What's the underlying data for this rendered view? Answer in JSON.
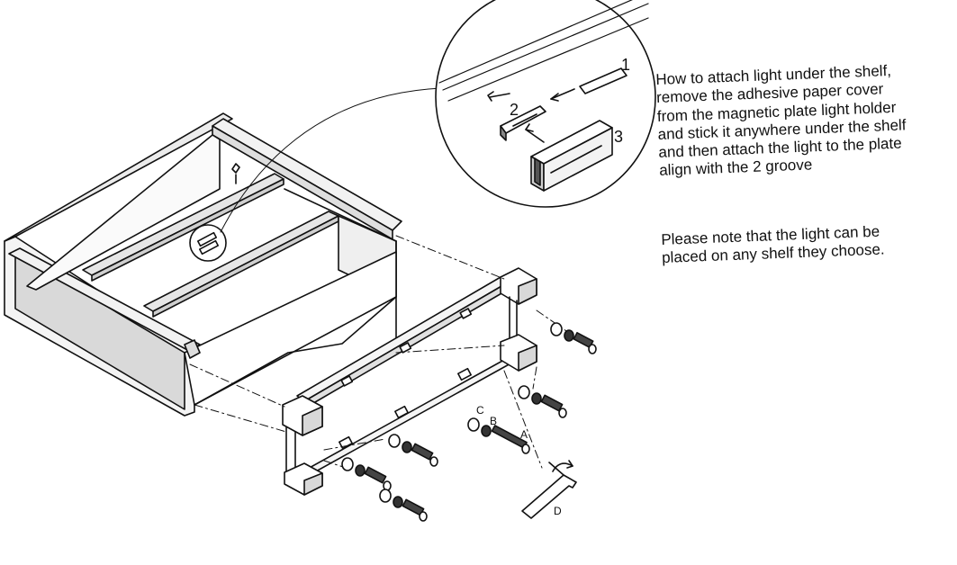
{
  "instructions": [
    "How to attach light under the shelf,",
    "remove the adhesive paper cover",
    "from the magnetic plate light holder",
    "and stick it anywhere under the shelf",
    "and then attach the light to the plate",
    "align with the 2 groove"
  ],
  "note": [
    "Please note that the light can be",
    "placed on any shelf they choose."
  ],
  "inset_labels": {
    "step1": "1",
    "step2": "2",
    "step3": "3"
  },
  "part_labels": {
    "a": "A",
    "b": "B",
    "c": "C",
    "d": "D"
  }
}
